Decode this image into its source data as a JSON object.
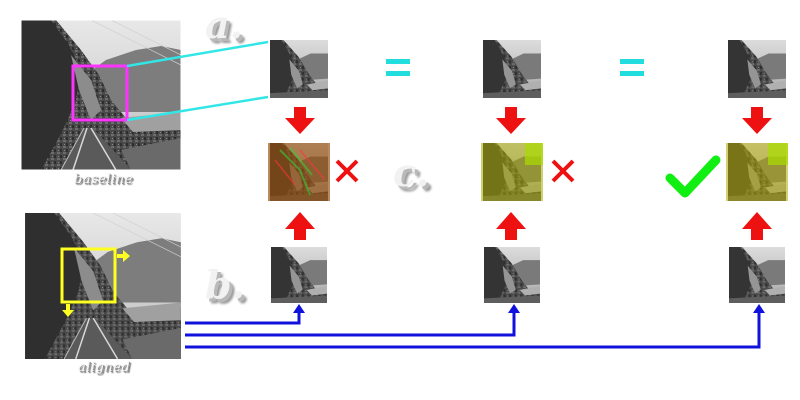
{
  "labels": {
    "baseline": "baseline",
    "aligned": "aligned",
    "step_a": "a.",
    "step_b": "b.",
    "step_c": "c."
  },
  "colors": {
    "match_connector": "#33e6e6",
    "equals": "#22dddd",
    "down_arrow": "#ee1111",
    "up_arrow": "#ee1111",
    "reject_mark": "#ee1111",
    "accept_mark": "#11ee11",
    "baseline_crop": "#ff33ff",
    "aligned_crop": "#ffff22",
    "shift_arrow": "#ffff22",
    "shift_connector": "#1111dd"
  },
  "icons": {
    "equals": "equals-icon",
    "reject": "cross-icon",
    "accept": "checkmark-icon"
  },
  "comparisons": [
    {
      "result": "rejected",
      "blend": "red-green-mismatch"
    },
    {
      "result": "rejected",
      "blend": "yellow-partial"
    },
    {
      "result": "accepted",
      "blend": "yellow-aligned"
    }
  ]
}
